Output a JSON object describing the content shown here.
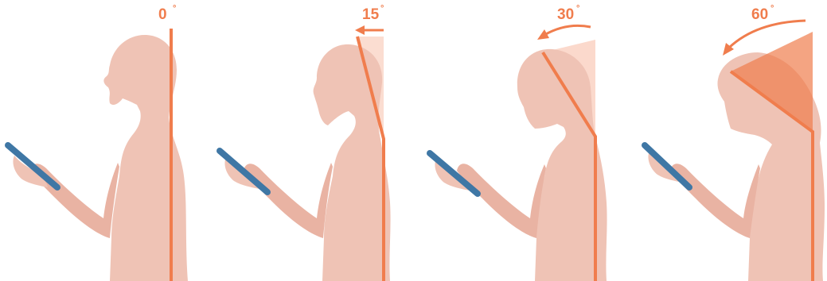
{
  "colors": {
    "figure": "#efc3b5",
    "figure_shadow": "#e9b3a3",
    "spine": "#f07d4d",
    "wedge": "#f7b49a",
    "phone": "#3f77a5",
    "background": "#ffffff"
  },
  "panels": [
    {
      "id": "0",
      "label": "0",
      "degree_symbol": "°",
      "tilt_degrees": 0
    },
    {
      "id": "15",
      "label": "15",
      "degree_symbol": "°",
      "tilt_degrees": 15
    },
    {
      "id": "30",
      "label": "30",
      "degree_symbol": "°",
      "tilt_degrees": 30
    },
    {
      "id": "60",
      "label": "60",
      "degree_symbol": "°",
      "tilt_degrees": 60
    }
  ]
}
